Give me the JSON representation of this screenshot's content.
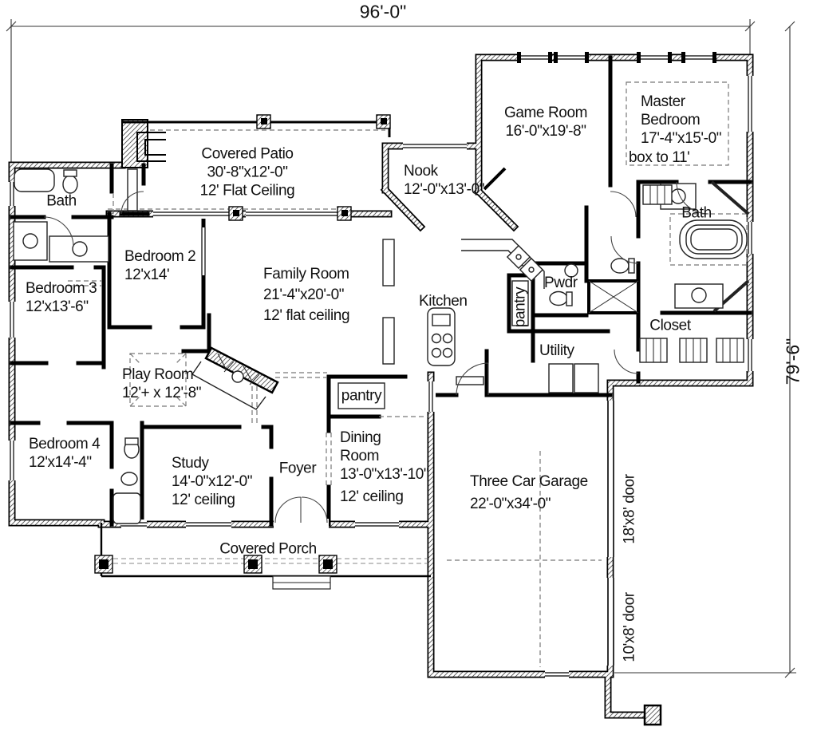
{
  "drawing_title": "Single story house floor plan",
  "dimensions": {
    "overall_width": "96'-0\"",
    "overall_height": "79'-6\""
  },
  "rooms": {
    "covered_patio": {
      "lines": [
        "Covered Patio",
        "30'-8\"x12'-0\"",
        "12' Flat Ceiling"
      ]
    },
    "nook": {
      "lines": [
        "Nook",
        "12'-0\"x13'-0\""
      ]
    },
    "game_room": {
      "lines": [
        "Game Room",
        "16'-0\"x19'-8\""
      ]
    },
    "master_bedroom": {
      "lines": [
        "Master",
        "Bedroom",
        "17'-4\"x15'-0\""
      ],
      "note": "box to 11'"
    },
    "bath_hall": {
      "label": "Bath"
    },
    "bedroom_2": {
      "lines": [
        "Bedroom 2",
        "12'x14'"
      ]
    },
    "bedroom_3": {
      "lines": [
        "Bedroom 3",
        "12'x13'-6\""
      ]
    },
    "family_room": {
      "lines": [
        "Family Room",
        "21'-4\"x20'-0\"",
        "12' flat ceiling"
      ]
    },
    "kitchen": {
      "label": "Kitchen"
    },
    "powder": {
      "label": "Pwdr"
    },
    "pantry_kitchen": {
      "label": "pantry"
    },
    "bath_master": {
      "label": "Bath"
    },
    "closet_master": {
      "label": "Closet"
    },
    "utility": {
      "label": "Utility"
    },
    "play_room": {
      "lines": [
        "Play Room",
        "12'+ x 12'-8\""
      ]
    },
    "bedroom_4": {
      "lines": [
        "Bedroom 4",
        "12'x14'-4\""
      ]
    },
    "study": {
      "lines": [
        "Study",
        "14'-0\"x12'-0\"",
        "12' ceiling"
      ]
    },
    "foyer": {
      "label": "Foyer"
    },
    "pantry_dining": {
      "label": "pantry"
    },
    "dining_room": {
      "lines": [
        "Dining",
        "Room",
        "13'-0\"x13'-10\"",
        "12' ceiling"
      ]
    },
    "garage": {
      "lines": [
        "Three Car Garage",
        "22'-0\"x34'-0\""
      ]
    },
    "covered_porch": {
      "label": "Covered Porch"
    }
  },
  "annotations": {
    "garage_door_large": "18'x8' door",
    "garage_door_small": "10'x8' door"
  },
  "colors": {
    "wall": "#000000",
    "background": "#ffffff",
    "thin_line": "#1a1a1a",
    "dashed": "#777777"
  }
}
